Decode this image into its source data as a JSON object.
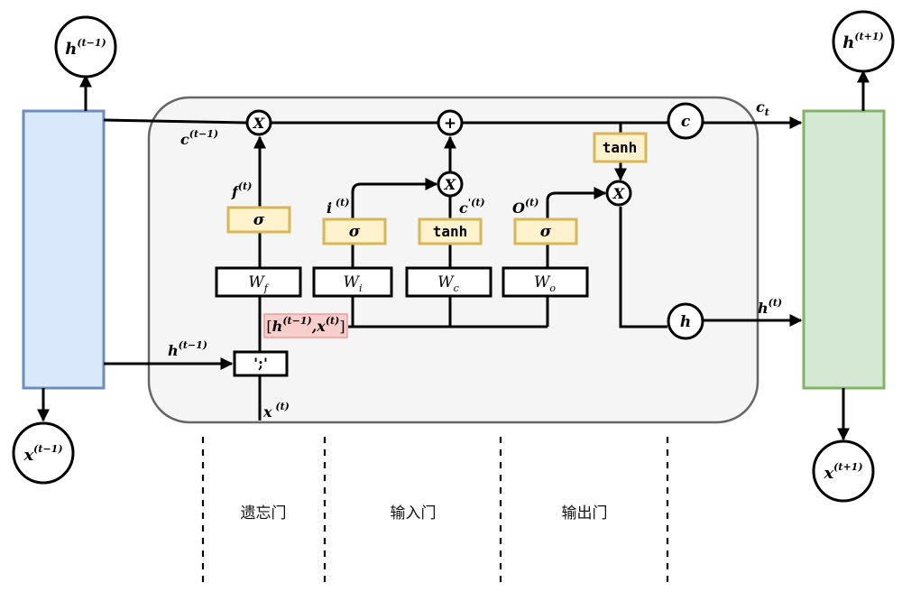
{
  "nodes": {
    "h_prev_out": {
      "base": "h",
      "sup": "(t−1)"
    },
    "x_prev_in": {
      "base": "x",
      "sup": "(t−1)"
    },
    "h_next_out": {
      "base": "h",
      "sup": "(t+1)"
    },
    "x_next_in": {
      "base": "x",
      "sup": "(t+1)"
    },
    "c_node": "c",
    "h_node": "h",
    "mult_symbol": "X",
    "add_symbol": "+"
  },
  "labels": {
    "c_prev": {
      "base": "c",
      "sup": "(t−1)"
    },
    "h_prev": {
      "base": "h",
      "sup": "(t−1)"
    },
    "c_t": {
      "base": "c",
      "sub": "t"
    },
    "h_t": {
      "base": "h",
      "sup": "(t)"
    },
    "f_t": {
      "base": "f",
      "sup": "(t)"
    },
    "i_t": {
      "base": "i",
      "sup": " (t)"
    },
    "c_tilde": {
      "base": "c",
      "sup": "'(t)"
    },
    "o_t": {
      "base": "O",
      "sup": "(t)"
    },
    "x_t": {
      "base": "x",
      "sup": " (t)"
    },
    "concat": {
      "open": "[",
      "h": "h",
      "h_sup": "(t−1)",
      "comma": ",",
      "x": "x",
      "x_sup": "(t)",
      "close": "]"
    }
  },
  "boxes": {
    "sigma": "σ",
    "tanh": "tanh",
    "concat_op": "';'",
    "W_f": {
      "base": "W",
      "sub": "f"
    },
    "W_i": {
      "base": "W",
      "sub": "i"
    },
    "W_c": {
      "base": "W",
      "sub": "c"
    },
    "W_o": {
      "base": "W",
      "sub": "o"
    }
  },
  "gates": {
    "forget": "遗忘门",
    "input": "输入门",
    "output": "输出门"
  },
  "colors": {
    "prev_cell_fill": "#dae8fc",
    "prev_cell_stroke": "#6c8ebf",
    "next_cell_fill": "#d5e8d4",
    "next_cell_stroke": "#82b366",
    "core_fill": "#f5f5f5",
    "core_stroke": "#666666",
    "activation_fill": "#fff2cc",
    "activation_stroke": "#d6b656",
    "concat_fill": "#f8cecc",
    "concat_stroke": "#f19c99"
  }
}
